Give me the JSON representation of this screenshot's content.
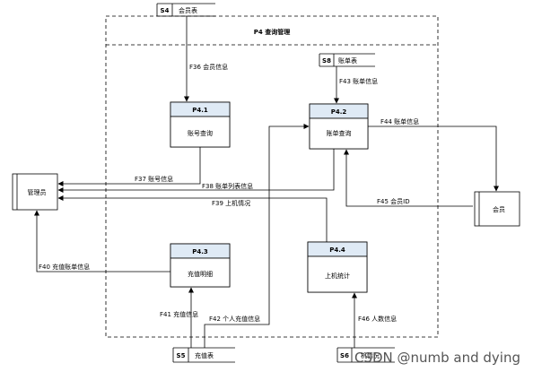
{
  "diagram": {
    "outer_title": "P4 查询管理",
    "stores": {
      "s4": {
        "id": "S4",
        "name": "会员表"
      },
      "s8": {
        "id": "S8",
        "name": "账单表"
      },
      "s5": {
        "id": "S5",
        "name": "充值表"
      },
      "s6": {
        "id": "S6",
        "name": "机情况"
      }
    },
    "processes": {
      "p41": {
        "id": "P4.1",
        "name": "账号查询"
      },
      "p42": {
        "id": "P4.2",
        "name": "账单查询"
      },
      "p43": {
        "id": "P4.3",
        "name": "充值明细"
      },
      "p44": {
        "id": "P4.4",
        "name": "上机统计"
      }
    },
    "entities": {
      "admin": "管理员",
      "member": "会员"
    },
    "flows": {
      "f36": "F36 会员信息",
      "f37": "F37 账号信息",
      "f38": "F38 账单列表信息",
      "f39": "F39 上机情况",
      "f40": "F40 充值账单信息",
      "f41": "F41 充值信息",
      "f42": "F42 个人充值信息",
      "f43": "F43 账单信息",
      "f44": "F44 账单信息",
      "f45": "F45 会员ID",
      "f46": "F46 人数信息"
    },
    "watermark": "CSDN @numb and dying"
  }
}
